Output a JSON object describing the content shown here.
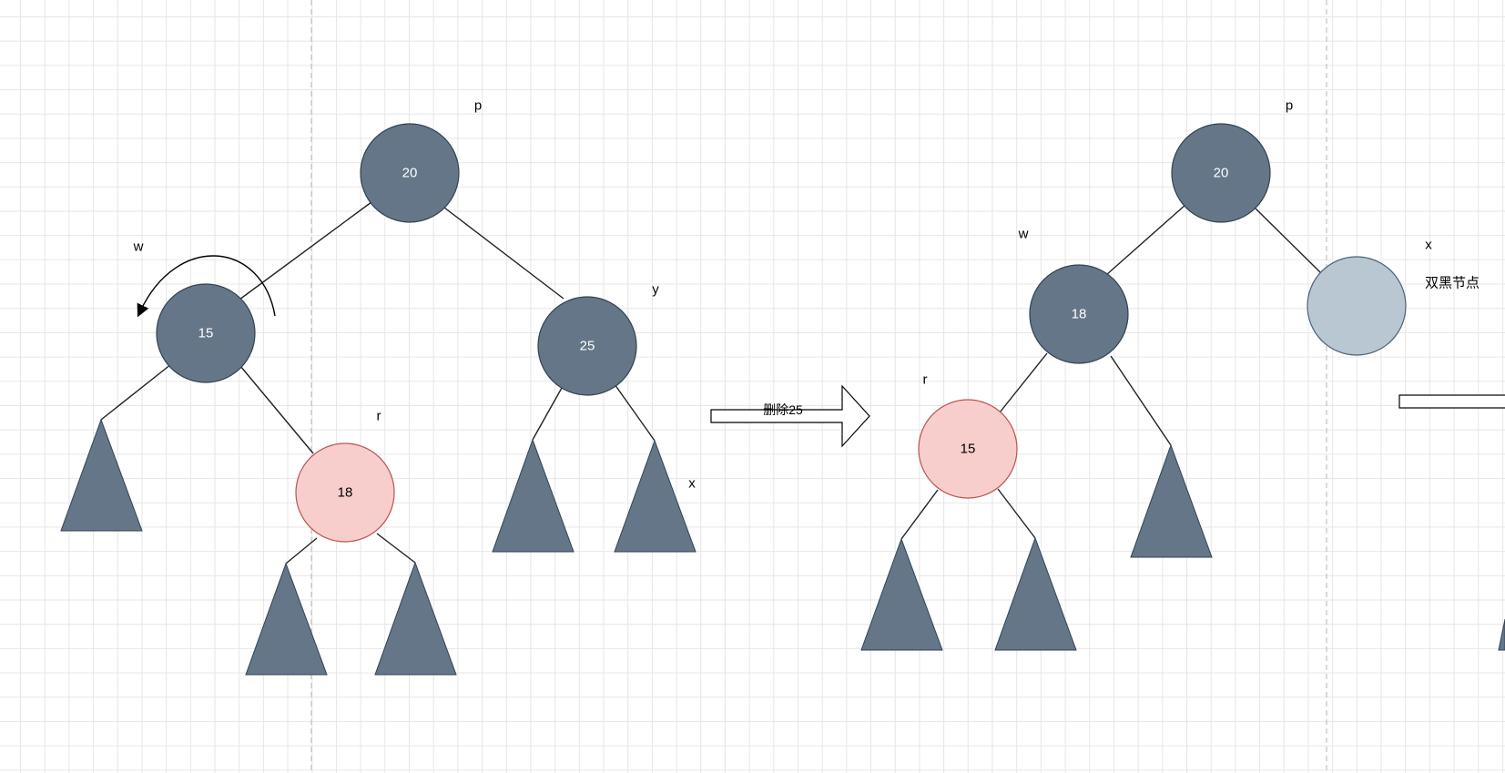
{
  "colors": {
    "black_node_fill": "#647687",
    "black_node_stroke": "#314354",
    "red_node_fill": "#f8cecc",
    "red_node_stroke": "#b85450",
    "double_black_fill": "#b9c7d3",
    "double_black_stroke": "#4a6178",
    "subtree_fill": "#647687"
  },
  "before": {
    "root": {
      "value": "20",
      "tag": "p"
    },
    "left": {
      "value": "15",
      "tag": "w"
    },
    "right": {
      "value": "25",
      "tag": "y"
    },
    "left_right": {
      "value": "18",
      "tag": "r"
    },
    "right_subtree_tag": "x"
  },
  "operation": {
    "label": "删除25"
  },
  "after": {
    "root": {
      "value": "20",
      "tag": "p"
    },
    "left": {
      "value": "18",
      "tag": "w"
    },
    "left_left": {
      "value": "15",
      "tag": "r"
    },
    "right_tag": "x",
    "right_note": "双黑节点"
  }
}
